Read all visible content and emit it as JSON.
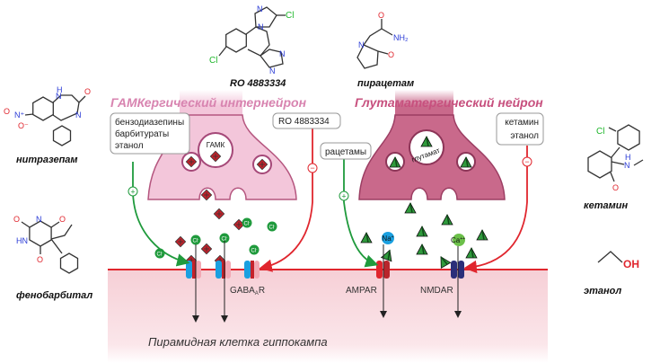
{
  "titles": {
    "gaba_neuron": "ГАМКергический интернейрон",
    "glu_neuron": "Глутаматергический нейрон",
    "target_cell": "Пирамидная клетка гиппокампа"
  },
  "drugs": {
    "ro": "RO 4883334",
    "piracetam": "пирацетам",
    "nitrazepam": "нитразепам",
    "phenobarbital": "фенобарбитал",
    "ketamine": "кетамин",
    "ethanol": "этанол"
  },
  "boxes": {
    "gaba_pos": [
      "бензодиазепины",
      "барбитураты",
      "этанол"
    ],
    "gaba_neg": "RO 4883334",
    "glu_pos": "рацетамы",
    "glu_neg": [
      "кетамин",
      "этанол"
    ]
  },
  "vesicles": {
    "gaba": "ГАМК",
    "glu": "глутамат"
  },
  "ions": {
    "cl": "Cl",
    "cl_charge": "-",
    "na": "Na",
    "na_charge": "+",
    "ca": "Ca",
    "ca_charge": "++"
  },
  "receptors": {
    "gaba_main": "GABA",
    "gaba_sub": "A",
    "gaba_end": "R",
    "ampar": "AMPAR",
    "nmdar": "NMDAR"
  },
  "signs": {
    "plus": "+",
    "minus": "−"
  },
  "atoms": {
    "N": "N",
    "H": "H",
    "O": "O",
    "Cl": "Cl",
    "NH": "NH",
    "HN": "HN",
    "NH2": "NH₂",
    "Nplus": "N⁺",
    "Ominus": "O⁻",
    "OH": "OH"
  },
  "colors": {
    "gaba_neuron": "#f3c6da",
    "glu_neuron": "#c9698b",
    "membrane": "#e0262e",
    "cell": "#fbe3e8",
    "activate": "#1f9a3c",
    "inhibit": "#e0262e",
    "gaba_title": "#d884b0",
    "glu_title": "#c7507e"
  }
}
